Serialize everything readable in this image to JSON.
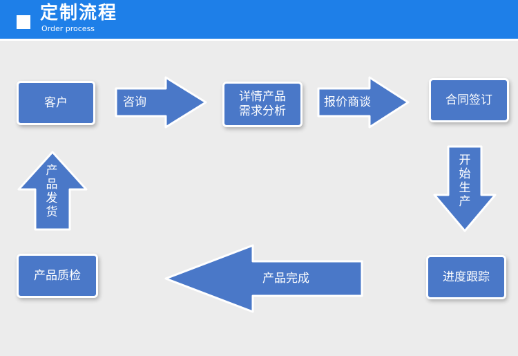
{
  "header": {
    "title": "定制流程",
    "subtitle": "Order process"
  },
  "colors": {
    "header_bg": "#1e7fe8",
    "box_fill": "#4a78c8",
    "arrow_fill": "#4a78c8",
    "border": "#ffffff"
  },
  "steps": {
    "customer": "客户",
    "consult": "咨询",
    "product_analysis": "详情产品需求分析",
    "product_analysis_line1": "详情产品",
    "product_analysis_line2": "需求分析",
    "quote": "报价商谈",
    "contract": "合同签订",
    "start_production": "开始生产",
    "progress_tracking": "进度跟踪",
    "product_complete": "产品完成",
    "quality_check": "产品质检",
    "shipping": "产品发货"
  }
}
